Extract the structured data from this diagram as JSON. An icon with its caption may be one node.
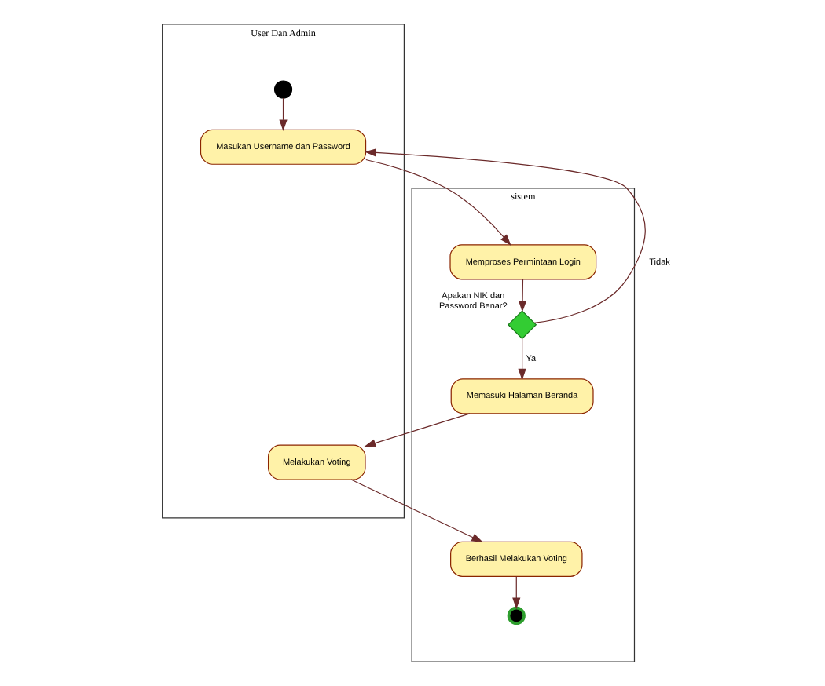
{
  "diagram": {
    "nodes": [
      {
        "text": [
          "User Dan Admin"
        ]
      },
      {
        "text": [
          "sistem"
        ]
      },
      {
        "text": [],
        "shape": "circle",
        "in": 0
      },
      {
        "text": [
          "Masukan Username dan Password"
        ],
        "in": 0
      },
      {
        "text": [
          "Memproses Permintaan Login"
        ],
        "in": 1
      },
      {
        "text": [],
        "shape": "diamond",
        "in": 1,
        "beside": [
          "Apakan NIK dan Password Benar?"
        ]
      },
      {
        "text": [
          "Memasuki Halaman Beranda"
        ],
        "in": 1
      },
      {
        "text": [
          "Melakukan Voting"
        ],
        "in": 0
      },
      {
        "text": [
          "Berhasil Melakukan Voting"
        ],
        "in": 1
      },
      {
        "text": [],
        "shape": "circle",
        "in": 1
      }
    ],
    "edges": [
      {
        "from": 2,
        "to": 3,
        "arrow": "to"
      },
      {
        "from": 3,
        "to": 4,
        "arrow": "to"
      },
      {
        "from": 4,
        "to": 5,
        "arrow": "to"
      },
      {
        "from": 5,
        "to": 3,
        "arrow": "to",
        "label": "Tidak"
      },
      {
        "from": 5,
        "to": 6,
        "arrow": "to",
        "label": "Ya"
      },
      {
        "from": 6,
        "to": 7,
        "arrow": "to"
      },
      {
        "from": 7,
        "to": 8,
        "arrow": "to"
      },
      {
        "from": 8,
        "to": 9,
        "arrow": "to"
      }
    ]
  }
}
